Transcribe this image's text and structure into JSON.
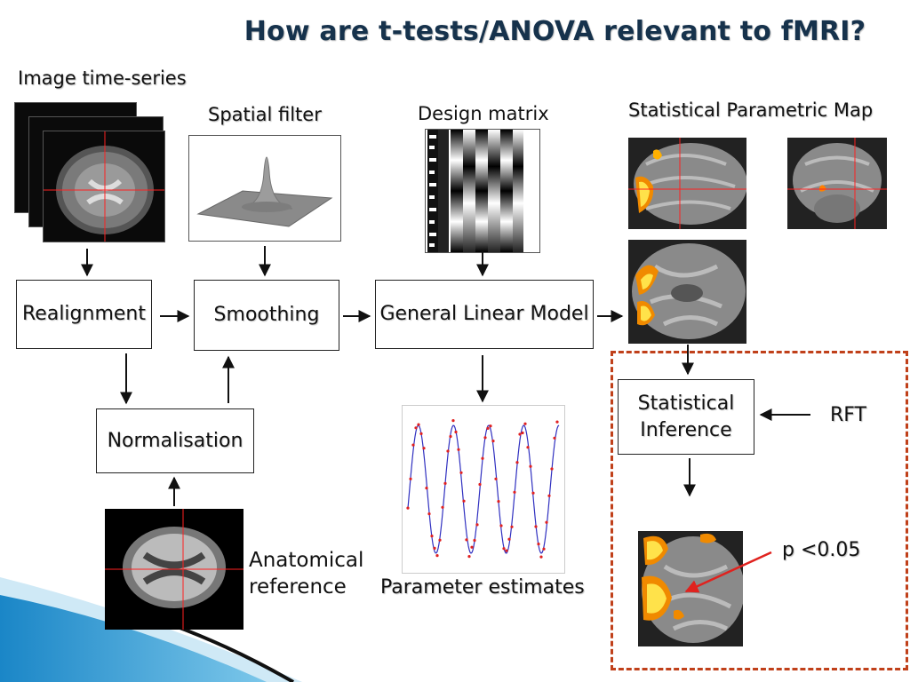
{
  "title": "How are t-tests/ANOVA relevant to fMRI?",
  "labels": {
    "image_time_series": "Image time-series",
    "spatial_filter": "Spatial filter",
    "design_matrix": "Design matrix",
    "spm": "Statistical Parametric Map",
    "anatomical_reference_line1": "Anatomical",
    "anatomical_reference_line2": "reference",
    "parameter_estimates": "Parameter estimates",
    "rft": "RFT",
    "p_value": "p <0.05"
  },
  "boxes": {
    "realignment": "Realignment",
    "smoothing": "Smoothing",
    "glm": "General Linear Model",
    "normalisation": "Normalisation",
    "inference_line1": "Statistical",
    "inference_line2": "Inference"
  },
  "colors": {
    "title": "#16324c",
    "dashed_border": "#c0401a",
    "annotation_arrow": "#e0221e",
    "crosshair": "#ff2020",
    "decor_blue": "#1a86c7"
  }
}
